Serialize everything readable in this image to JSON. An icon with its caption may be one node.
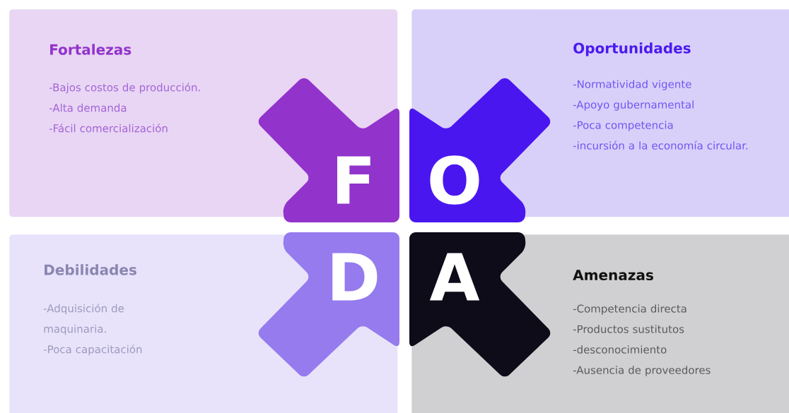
{
  "diagram": {
    "nodes": [
      {
        "text": [
          "Fortalezas",
          "-Bajos costos de producción.",
          "-Alta demanda",
          "-Fácil comercialización"
        ]
      },
      {
        "text": [
          "Oportunidades",
          "-Normatividad vigente",
          "-Apoyo gubernamental",
          "-Poca competencia",
          "-incursión a la economía circular."
        ]
      },
      {
        "text": [
          "Debilidades",
          "-Adquisición de maquinaria.",
          "-Poca capacitación"
        ]
      },
      {
        "text": [
          "Amenazas",
          "-Competencia directa",
          "-Productos sustitutos",
          "-desconocimiento",
          "-Ausencia de proveedores"
        ]
      },
      {
        "text": [
          "F"
        ],
        "in": 0
      },
      {
        "text": [
          "O"
        ],
        "in": 1
      },
      {
        "text": [
          "D"
        ],
        "in": 2
      },
      {
        "text": [
          "A"
        ],
        "in": 3
      }
    ]
  }
}
